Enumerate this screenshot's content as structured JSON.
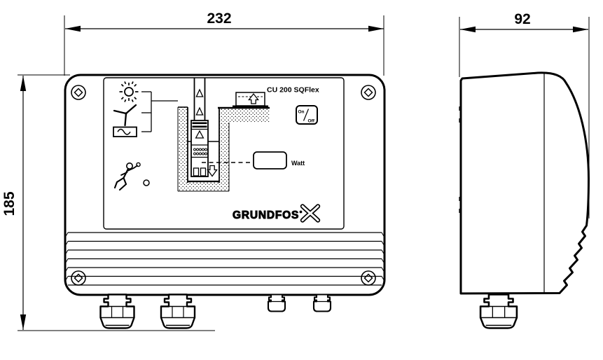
{
  "page": {
    "background": "#ffffff",
    "line_color": "#000000"
  },
  "dimensions": {
    "front_width": "232",
    "front_height": "185",
    "side_depth": "92"
  },
  "front_view": {
    "model_label": "CU 200 SQFlex",
    "power_button": {
      "on_label": "On",
      "off_label": "Off"
    },
    "watt_label": "Watt",
    "brand_label": "GRUNDFOS",
    "energy_source_icons": [
      "sun-icon",
      "wind-turbine-icon",
      "ac-power-icon"
    ],
    "status_icons": [
      "service-man-icon",
      "indicator-led"
    ],
    "schematic_elements": [
      "riser-pipe",
      "borehole",
      "submersible-pump",
      "water-tank",
      "watt-display",
      "corner-screws",
      "cable-glands"
    ]
  }
}
